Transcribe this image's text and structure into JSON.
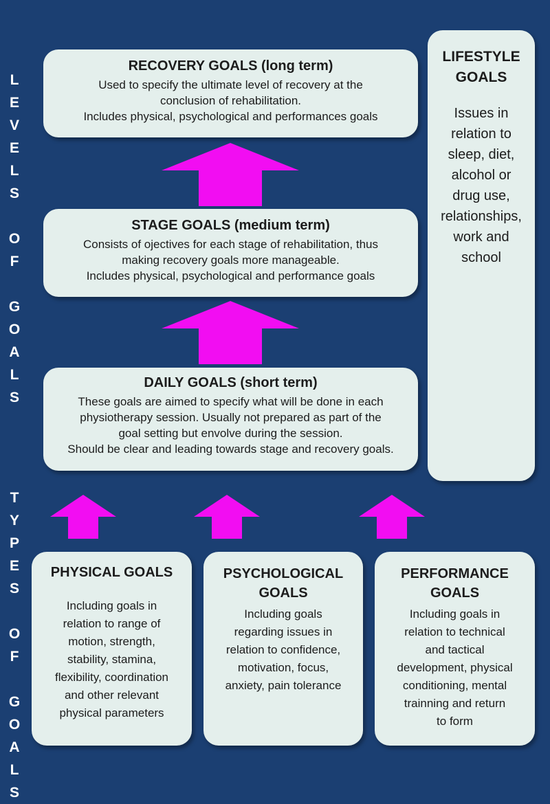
{
  "side_labels": {
    "levels": [
      "L",
      "E",
      "V",
      "E",
      "L",
      "S",
      "",
      "O",
      "F",
      "",
      "G",
      "O",
      "A",
      "L",
      "S"
    ],
    "types": [
      "T",
      "Y",
      "P",
      "E",
      "S",
      "",
      "O",
      "F",
      "",
      "G",
      "O",
      "A",
      "L",
      "S"
    ]
  },
  "recovery": {
    "title": "RECOVERY GOALS (long term)",
    "text": "Used to specify the ultimate level of recovery at the\nconclusion of rehabilitation.\nIncludes physical, psychological and performances goals"
  },
  "stage": {
    "title": "STAGE GOALS (medium term)",
    "text": "Consists of ojectives for each stage of rehabilitation, thus\nmaking recovery goals more manageable.\nIncludes physical, psychological and performance goals"
  },
  "daily": {
    "title": "DAILY GOALS (short term)",
    "text": "These goals are aimed to specify what will be done in each\nphysiotherapy session. Usually not prepared as part of the\ngoal setting but envolve during the session.\nShould be clear and leading towards stage and recovery goals."
  },
  "lifestyle": {
    "title": "LIFESTYLE\nGOALS",
    "text": "Issues in\nrelation to\nsleep, diet,\nalcohol or\ndrug use,\nrelationships,\nwork and\nschool"
  },
  "physical": {
    "title": "PHYSICAL GOALS",
    "text": "Including goals in\nrelation to range of\nmotion, strength,\nstability, stamina,\nflexibility, coordination\nand other relevant\nphysical parameters"
  },
  "psychological": {
    "title": "PSYCHOLOGICAL\nGOALS",
    "text": "Including goals\nregarding issues in\nrelation to confidence,\nmotivation, focus,\nanxiety, pain tolerance"
  },
  "performance": {
    "title": "PERFORMANCE\nGOALS",
    "text": "Including goals in\nrelation to technical\nand tactical\ndevelopment, physical\nconditioning, mental\ntrainning and return\nto form"
  },
  "colors": {
    "background": "#1b3f72",
    "box": "#e4efec",
    "arrow": "#f20df2",
    "label": "#ffffff"
  }
}
